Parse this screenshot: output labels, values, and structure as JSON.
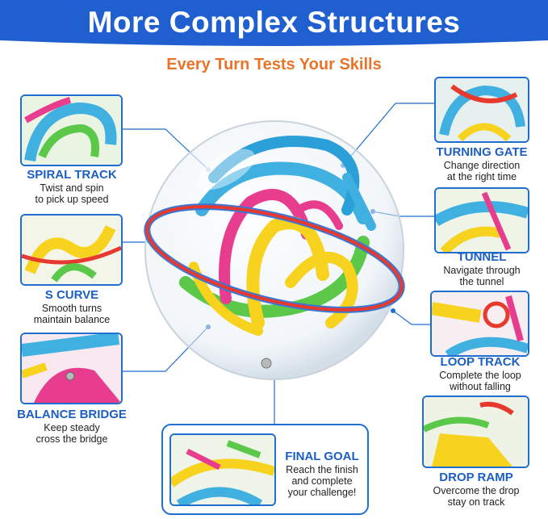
{
  "header": {
    "title": "More Complex Structures",
    "subtitle": "Every Turn Tests Your Skills",
    "bg_color": "#1f5fcf",
    "accent_color": "#e8742a"
  },
  "features": {
    "spiral": {
      "title": "SPIRAL TRACK",
      "line1": "Twist and spin",
      "line2": "to pick up speed"
    },
    "s_curve": {
      "title": "S CURVE",
      "line1": "Smooth turns",
      "line2": "maintain balance"
    },
    "balance": {
      "title": "BALANCE BRIDGE",
      "line1": "Keep steady",
      "line2": "cross the bridge"
    },
    "gate": {
      "title": "TURNING GATE",
      "line1": "Change direction",
      "line2": "at the right time"
    },
    "tunnel": {
      "title": "TUNNEL",
      "line1": "Navigate through",
      "line2": "the tunnel"
    },
    "loop": {
      "title": "LOOP TRACK",
      "line1": "Complete the loop",
      "line2": "without falling"
    },
    "drop": {
      "title": "DROP RAMP",
      "line1": "Overcome the drop",
      "line2": "stay on track"
    },
    "goal": {
      "title": "FINAL GOAL",
      "line1": "Reach the finish",
      "line2": "and complete",
      "line3": "your challenge!"
    }
  }
}
